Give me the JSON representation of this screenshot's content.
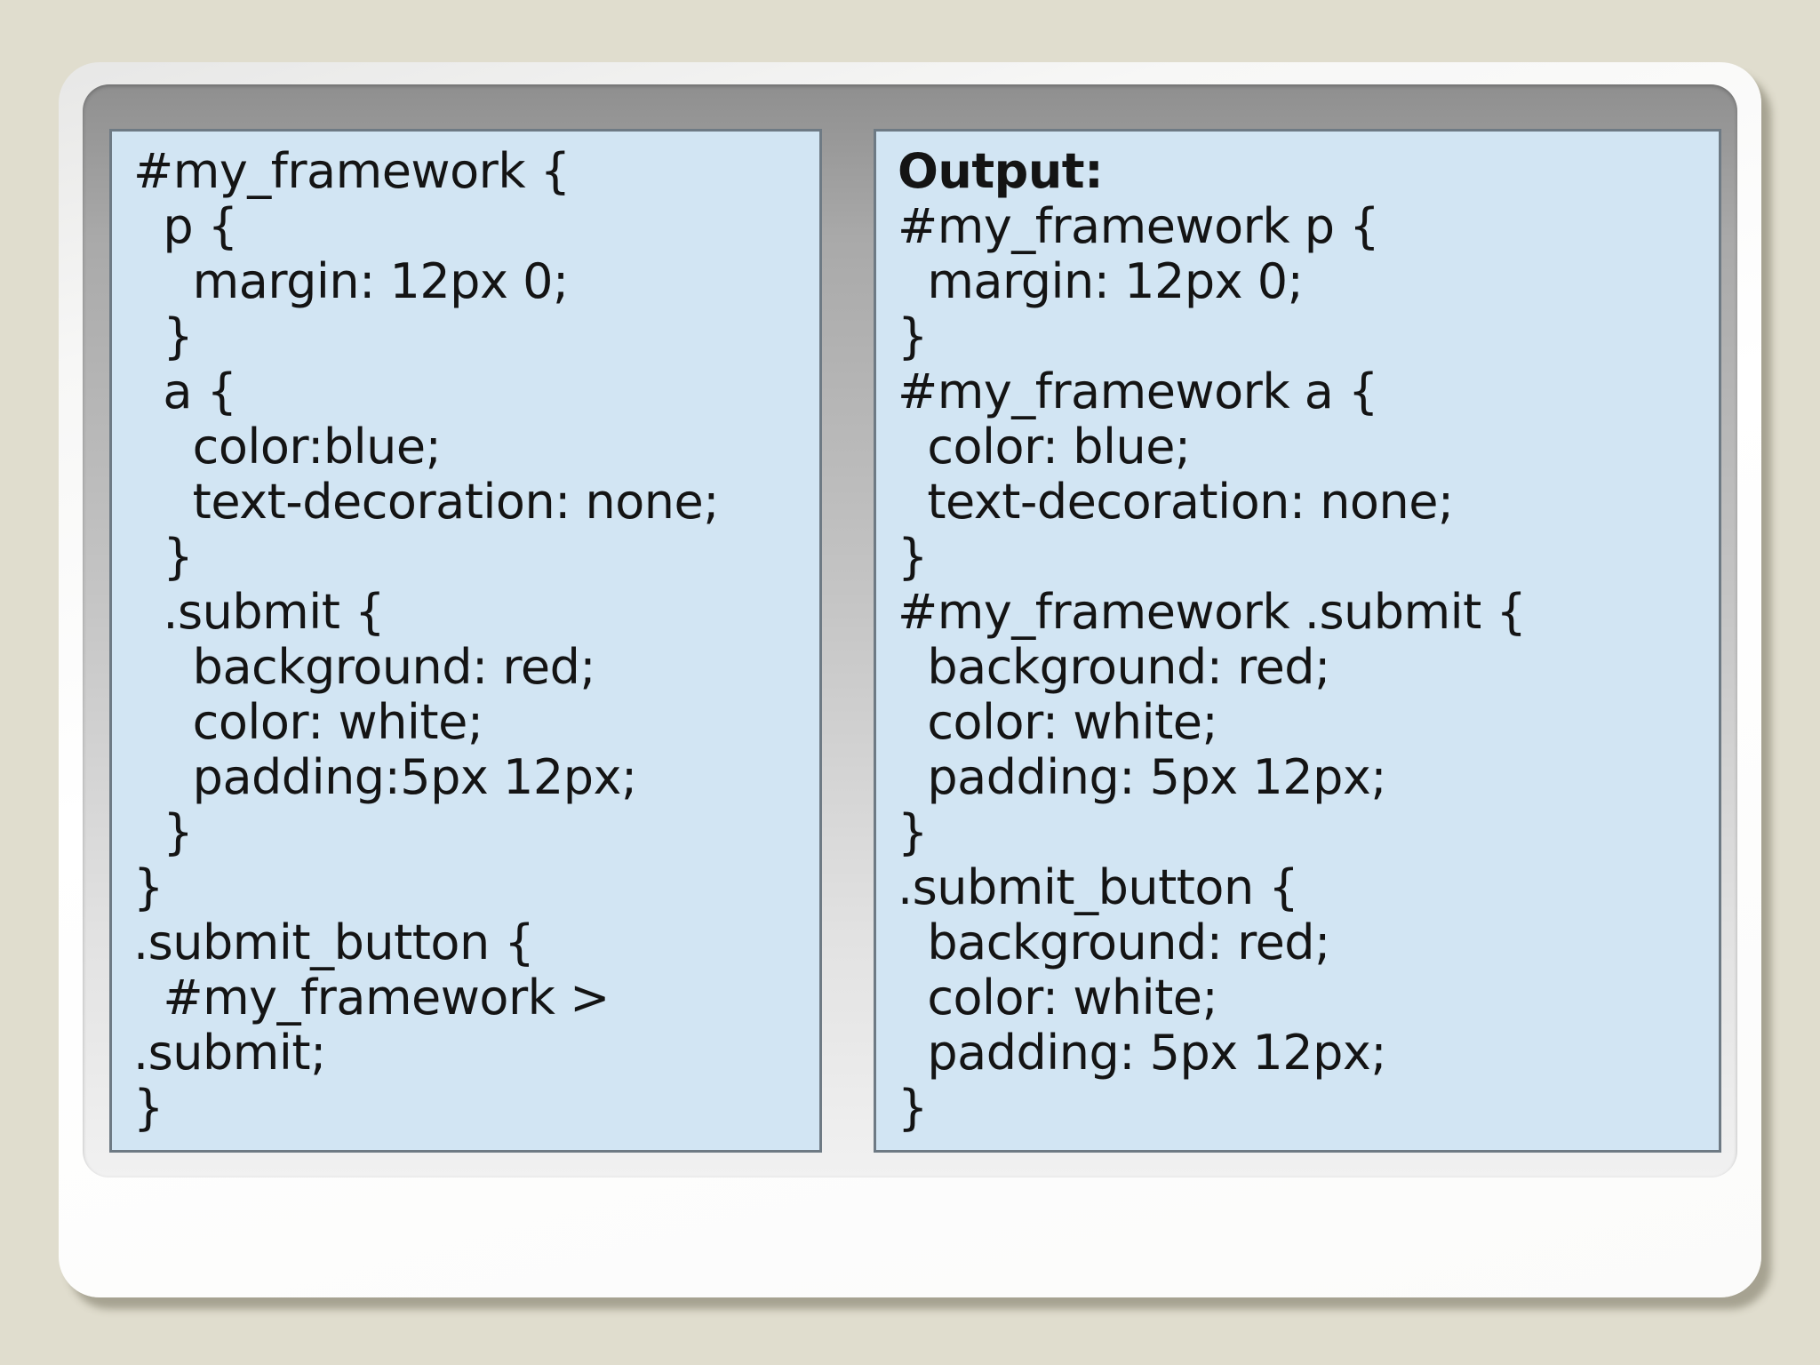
{
  "panels": {
    "left": {
      "description": "nested-scss-source",
      "lines": [
        "#my_framework {",
        "  p {",
        "    margin: 12px 0;",
        "  }",
        "  a {",
        "    color:blue;",
        "    text-decoration: none;",
        "  }",
        "  .submit {",
        "    background: red;",
        "    color: white;",
        "    padding:5px 12px;",
        "  }",
        "}",
        ".submit_button {",
        "  #my_framework >",
        ".submit;",
        "}"
      ]
    },
    "right": {
      "label": "Output:",
      "lines": [
        "#my_framework p {",
        "  margin: 12px 0;",
        "}",
        "#my_framework a {",
        "  color: blue;",
        "  text-decoration: none;",
        "}",
        "#my_framework .submit {",
        "  background: red;",
        "  color: white;",
        "  padding: 5px 12px;",
        "}",
        ".submit_button {",
        "  background: red;",
        "  color: white;",
        "  padding: 5px 12px;",
        "}"
      ]
    }
  },
  "colors": {
    "background_beige": "#e0ddce",
    "panel_blue": "#d2e5f3",
    "panel_border": "#6e7a84",
    "frame_gray_top": "#8f8f8f",
    "frame_gray_bottom": "#f1f1f1",
    "card_white": "#ffffff",
    "text": "#141414"
  }
}
